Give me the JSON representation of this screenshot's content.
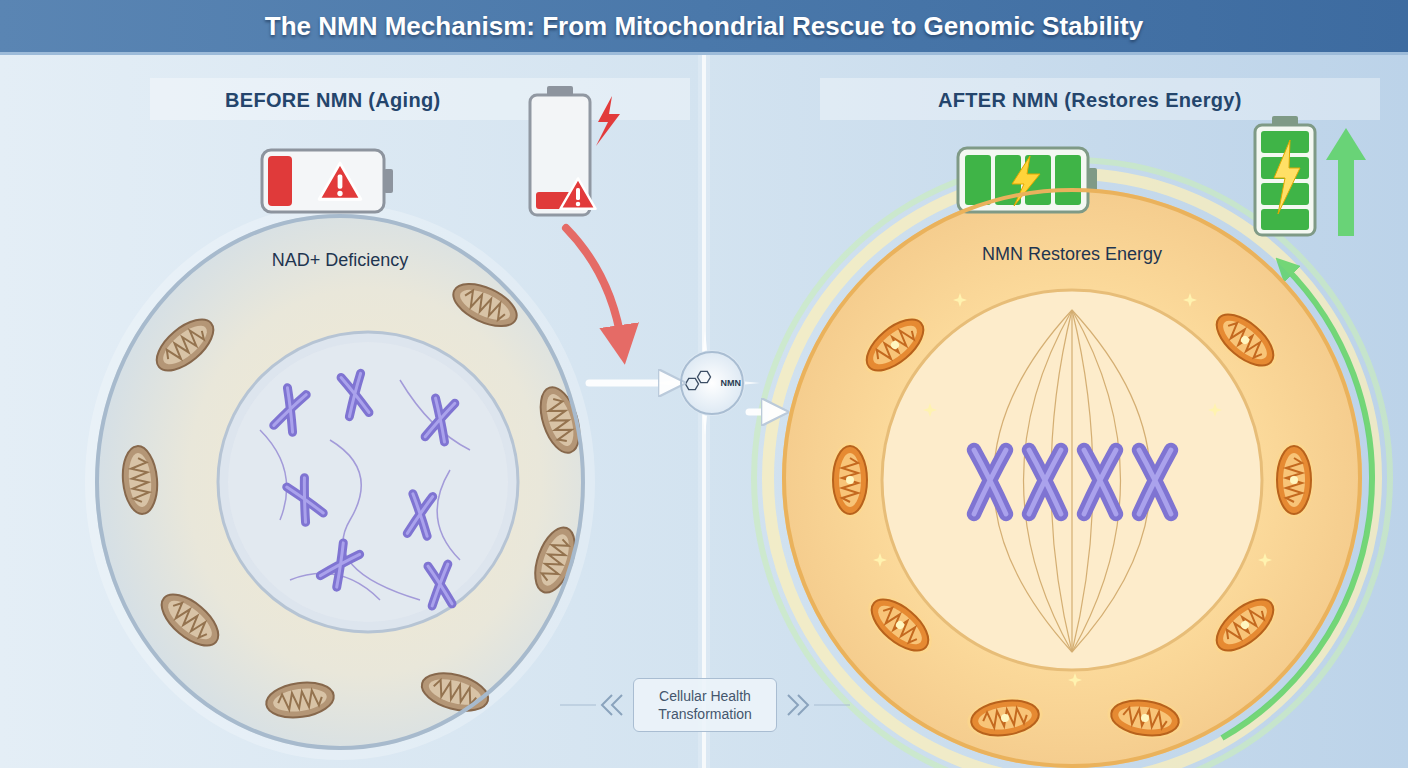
{
  "diagram": {
    "title": "The NMN Mechanism: From Mitochondrial Rescue to Genomic Stability",
    "nodes": [
      {
        "text": [
          "NAD+ Deficiency"
        ]
      },
      {
        "text": [
          "NMN"
        ]
      },
      {
        "text": [
          "NMN Restores Energy"
        ]
      },
      {
        "text": [
          "Cellular Health Transformation"
        ]
      }
    ],
    "edges": [
      {
        "from": 0,
        "to": 1,
        "arrow": "to"
      },
      {
        "from": 1,
        "to": 2,
        "arrow": "to"
      }
    ],
    "labels": [
      "BEFORE NMN (Aging)",
      "AFTER NMN (Restores Energy)"
    ]
  }
}
